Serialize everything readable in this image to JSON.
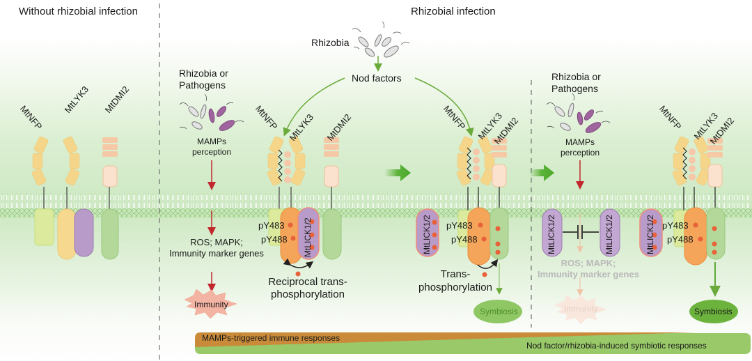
{
  "panels": {
    "left_title": "Without rhizobial infection",
    "right_title": "Rhizobial infection"
  },
  "labels": {
    "rhizobia": "Rhizobia",
    "nod_factors": "Nod factors",
    "rhizobia_or_pathogens_line1": "Rhizobia or",
    "rhizobia_or_pathogens_line2": "Pathogens",
    "mamps_line1": "MAMPs",
    "mamps_line2": "perception",
    "ros_line1": "ROS; MAPK;",
    "ros_line2": "Immunity marker genes",
    "immunity": "Immunity",
    "reciprocal_line1": "Reciprocal trans-",
    "reciprocal_line2": "phosphorylation",
    "trans_line1": "Trans-",
    "trans_line2": "phosphorylation",
    "symbiosis": "Symbiosis",
    "py483": "pY483",
    "py488": "pY488"
  },
  "receptors": {
    "nfp": "MtNFP",
    "lyk3": "MtLYK3",
    "dmi2": "MtDMI2",
    "lick": "MtLICK1/2"
  },
  "bands": {
    "immune": "MAMPs-triggered immune responses",
    "symbiotic": "Nod factor/rhizobia-induced symbiotic responses"
  },
  "colors": {
    "membrane": "#9dd28a",
    "receptor_yellow": "#f4d58a",
    "dmi2": "#f6c9a6",
    "kinase_green": "#a8d08d",
    "lick_purple": "#b99bc9",
    "lyk3_orange": "#f4a55a",
    "phospho_dot": "#e8613a",
    "immune_band": "#c98b3a",
    "symbiotic_band": "#99c969",
    "red_arrow": "#c0282d",
    "green_arrow": "#6aaa3a"
  }
}
